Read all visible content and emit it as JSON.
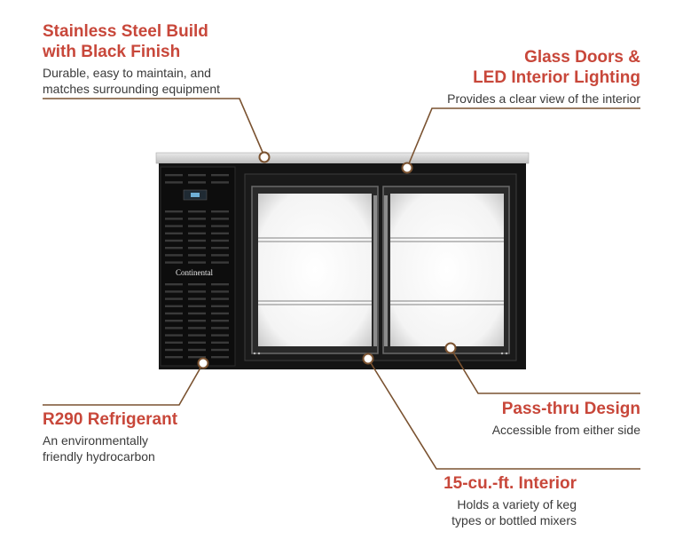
{
  "brand": {
    "logo_text": "Continental"
  },
  "callouts": {
    "steel": {
      "title": "Stainless Steel Build\nwith Black Finish",
      "desc": "Durable, easy to maintain, and\nmatches surrounding equipment"
    },
    "glass": {
      "title": "Glass Doors &\nLED Interior Lighting",
      "desc": "Provides a clear view of the interior"
    },
    "refrigerant": {
      "title": "R290 Refrigerant",
      "desc": "An environmentally\nfriendly hydrocarbon"
    },
    "passthru": {
      "title": "Pass-thru Design",
      "desc": "Accessible from either side"
    },
    "interior": {
      "title": "15-cu.-ft. Interior",
      "desc": "Holds a variety of keg\ntypes or bottled mixers"
    }
  },
  "colors": {
    "accent": "#c8473a",
    "leader": "#7a5230",
    "cabinet": "#141414",
    "steel_top": "#d6d6d6"
  }
}
